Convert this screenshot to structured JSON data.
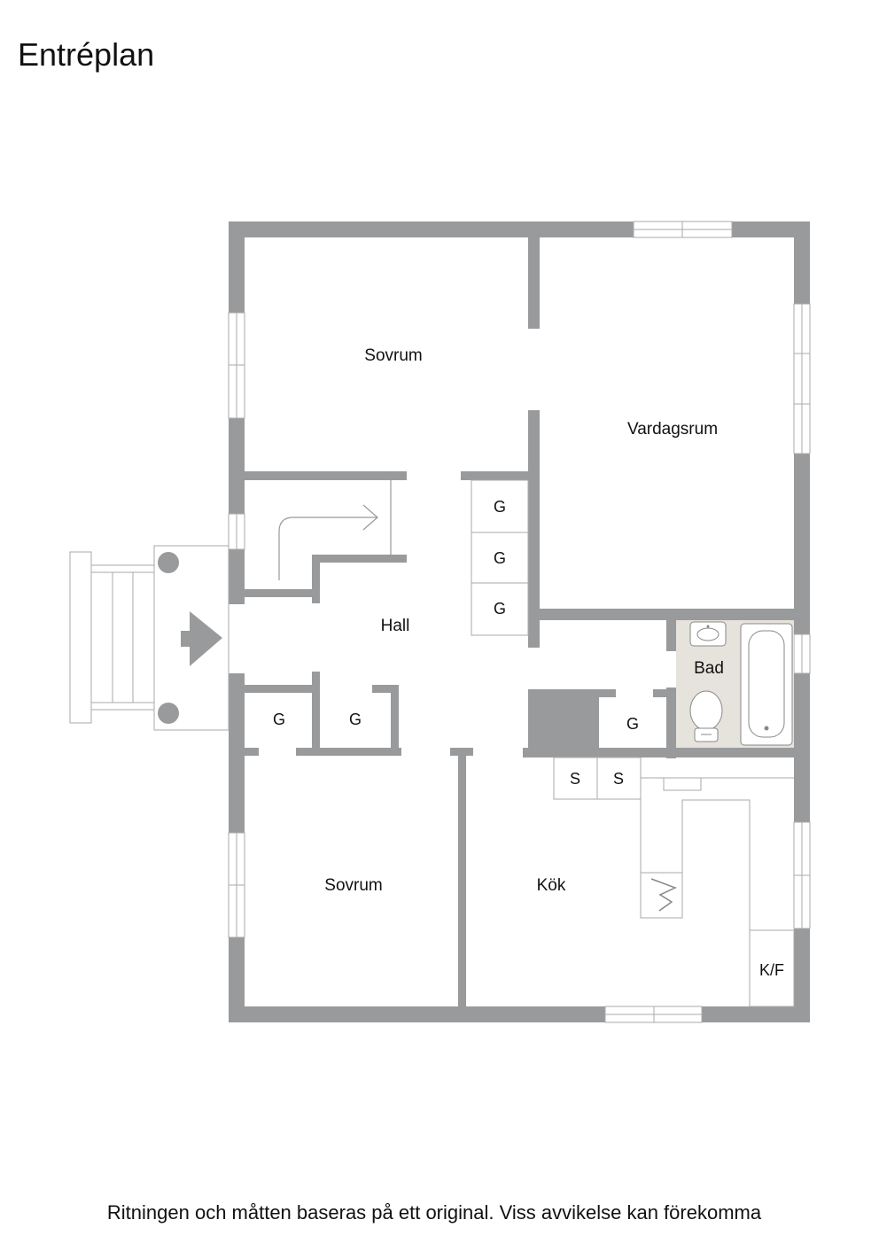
{
  "title": "Entréplan",
  "footer": "Ritningen och måtten baseras på ett original. Viss avvikelse kan förekomma",
  "colors": {
    "wall": "#999a9c",
    "bathroom_floor": "#e6e2dc",
    "line": "#aaaaaa"
  },
  "rooms": {
    "sovrum_top": "Sovrum",
    "vardagsrum": "Vardagsrum",
    "hall": "Hall",
    "bad": "Bad",
    "sovrum_bottom": "Sovrum",
    "kok": "Kök"
  },
  "closets": {
    "g1": "G",
    "g2": "G",
    "g3": "G",
    "g4": "G",
    "g5": "G",
    "g6": "G"
  },
  "storage": {
    "s1": "S",
    "s2": "S"
  },
  "appliance": {
    "kf": "K/F"
  },
  "icons": {
    "entry": "entry-arrow-icon",
    "stairs": "stair-direction-icon",
    "stove": "stove-icon",
    "sink": "sink-icon",
    "toilet": "toilet-icon",
    "bathtub": "bathtub-icon"
  }
}
